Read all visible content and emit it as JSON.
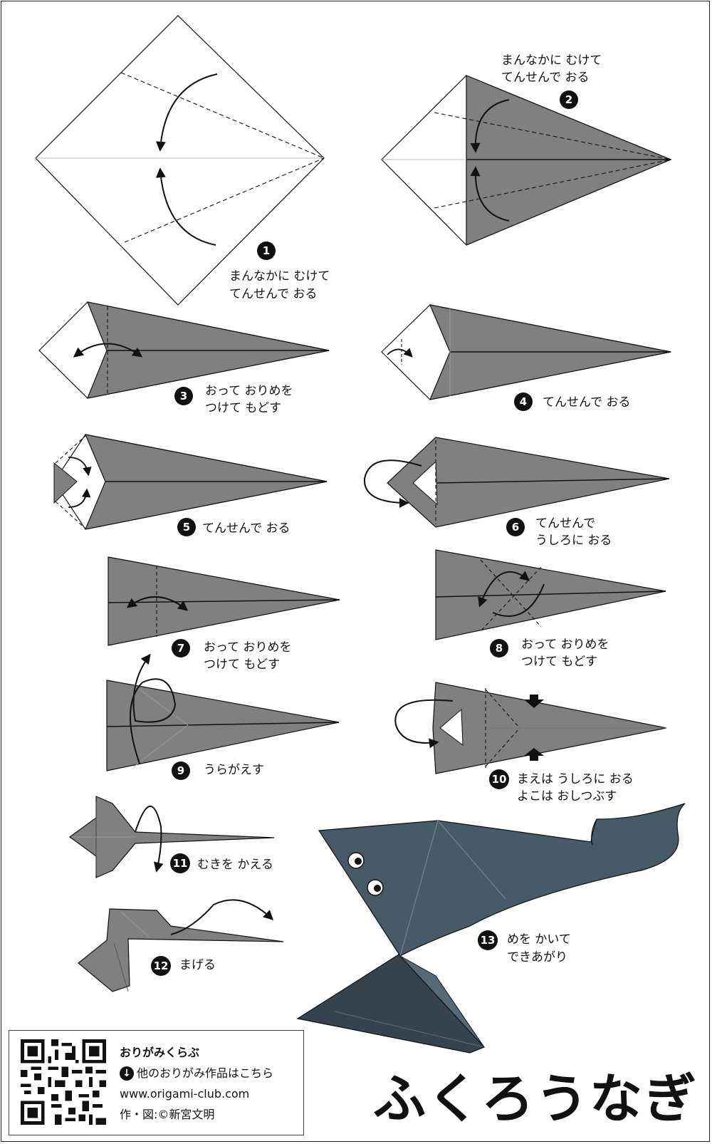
{
  "title": "ふくろうなぎ",
  "colors": {
    "paper_gray": "#808080",
    "paper_white": "#ffffff",
    "eel_dark": "#465a67",
    "eel_darker": "#34434e",
    "line": "#111111"
  },
  "steps": [
    {
      "num": "1",
      "lines": [
        "まんなかに むけて",
        "てんせんで おる"
      ]
    },
    {
      "num": "2",
      "lines": [
        "まんなかに むけて",
        "てんせんで おる"
      ]
    },
    {
      "num": "3",
      "lines": [
        "おって おりめを",
        "つけて もどす"
      ]
    },
    {
      "num": "4",
      "lines": [
        "てんせんで おる"
      ]
    },
    {
      "num": "5",
      "lines": [
        "てんせんで おる"
      ]
    },
    {
      "num": "6",
      "lines": [
        "てんせんで",
        "うしろに おる"
      ]
    },
    {
      "num": "7",
      "lines": [
        "おって おりめを",
        "つけて もどす"
      ]
    },
    {
      "num": "8",
      "lines": [
        "おって おりめを",
        "つけて もどす"
      ]
    },
    {
      "num": "9",
      "lines": [
        "うらがえす"
      ]
    },
    {
      "num": "10",
      "lines": [
        "まえは うしろに おる",
        "よこは おしつぶす"
      ]
    },
    {
      "num": "11",
      "lines": [
        "むきを かえる"
      ]
    },
    {
      "num": "12",
      "lines": [
        "まげる"
      ]
    },
    {
      "num": "13",
      "lines": [
        "めを かいて",
        "できあがり"
      ]
    }
  ],
  "credit": {
    "site_name": "おりがみくらぶ",
    "link_text": "他のおりがみ作品はこちら",
    "url": "www.origami-club.com",
    "author": "作・図:©新宮文明",
    "link_icon": "arrow-down-circle-icon",
    "qr_icon": "qr-code-icon"
  }
}
